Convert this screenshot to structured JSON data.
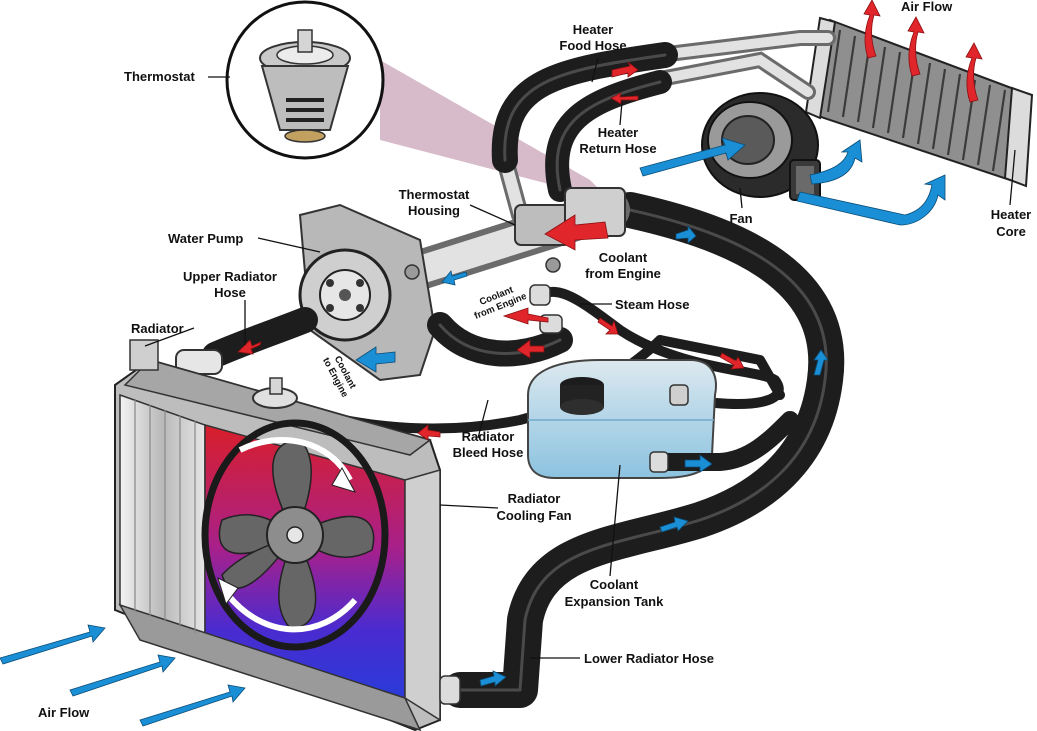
{
  "labels": {
    "thermostat": "Thermostat",
    "heater_food_hose_1": "Heater",
    "heater_food_hose_2": "Food Hose",
    "air_flow_top": "Air Flow",
    "heater_return_hose_1": "Heater",
    "heater_return_hose_2": "Return Hose",
    "thermostat_housing_1": "Thermostat",
    "thermostat_housing_2": "Housing",
    "fan": "Fan",
    "heater_core_1": "Heater",
    "heater_core_2": "Core",
    "water_pump": "Water Pump",
    "coolant_from_engine_1": "Coolant",
    "coolant_from_engine_2": "from Engine",
    "upper_radiator_hose_1": "Upper Radiator",
    "upper_radiator_hose_2": "Hose",
    "coolant_from_engine_small_1": "Coolant",
    "coolant_from_engine_small_2": "from Engine",
    "steam_hose": "Steam Hose",
    "radiator": "Radiator",
    "coolant_to_engine_1": "Coolant",
    "coolant_to_engine_2": "to Engine",
    "radiator_bleed_hose_1": "Radiator",
    "radiator_bleed_hose_2": "Bleed Hose",
    "radiator_cooling_fan_1": "Radiator",
    "radiator_cooling_fan_2": "Cooling Fan",
    "coolant_expansion_tank_1": "Coolant",
    "coolant_expansion_tank_2": "Expansion Tank",
    "lower_radiator_hose": "Lower Radiator Hose",
    "air_flow_bottom": "Air Flow"
  },
  "colors": {
    "hot_flow_arrow": "#e0262b",
    "cool_flow_arrow": "#1b8fd6",
    "radiator_hot": "#d81f2a",
    "radiator_cold": "#2a3bd8",
    "hose": "#1d1d1d",
    "tank_fluid": "#a9d4ea",
    "callout_shade": "#c9a4b8"
  },
  "icons": {
    "hot_flow": "red-arrow-icon",
    "cool_flow": "blue-arrow-icon",
    "air_flow": "air-flow-arrow-icon",
    "fan_rotation": "rotation-arrow-icon"
  }
}
